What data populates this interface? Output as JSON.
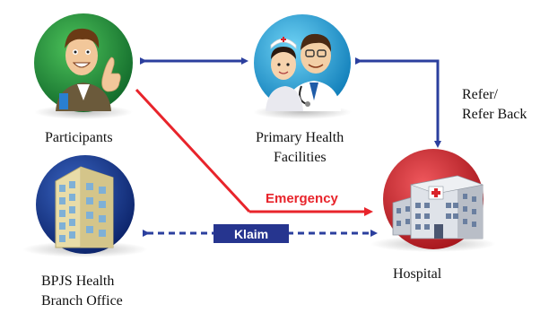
{
  "nodes": {
    "participants": {
      "label": "Participants",
      "icon": "participant-man-thumbs-up-icon"
    },
    "primary_health": {
      "label_line1": "Primary Health",
      "label_line2": "Facilities",
      "icon": "nurse-and-doctor-icon"
    },
    "bpjs": {
      "label_line1": "BPJS Health",
      "label_line2": "Branch Office",
      "icon": "office-building-icon"
    },
    "hospital": {
      "label": "Hospital",
      "icon": "hospital-building-icon"
    }
  },
  "edges": {
    "refer_line1": "Refer/",
    "refer_line2": "Refer Back",
    "emergency": "Emergency",
    "klaim": "Klaim"
  },
  "colors": {
    "circle_green": "#1f8a3a",
    "circle_blue": "#1aa3d8",
    "circle_red": "#d9242a",
    "arrow_blue": "#2b3f9e",
    "arrow_red": "#e8242b",
    "klaim_box": "#26358f"
  }
}
